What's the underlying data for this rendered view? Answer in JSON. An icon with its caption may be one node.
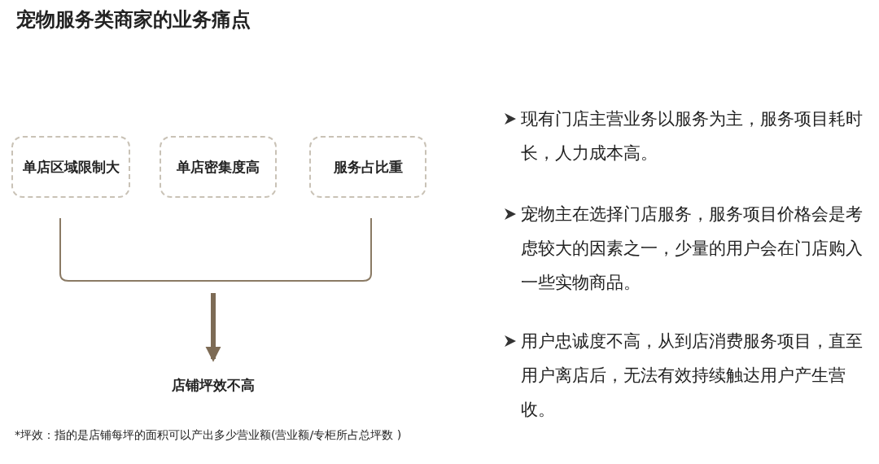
{
  "diagram": {
    "title": "宠物服务类商家的业务痛点",
    "nodes": [
      {
        "text": [
          "单店区域限制大"
        ]
      },
      {
        "text": [
          "单店密集度高"
        ]
      },
      {
        "text": [
          "服务占比重"
        ]
      },
      {
        "text": [
          "店铺坪效不高"
        ]
      }
    ],
    "edges": [
      {
        "from": null,
        "to": 3,
        "arrow": "to"
      }
    ],
    "labels": [
      "现有门店主营业务以服务为主，服务项目耗时长，人力成本高。",
      "宠物主在选择门店服务，服务项目价格会是考虑较大的因素之一，少量的用户会在门店购入一些实物商品。",
      "用户忠诚度不高，从到店消费服务项目，直至用户离店后，无法有效持续触达用户产生营收。",
      "*坪效：指的是店铺每坪的面积可以产出多少营业额(营业额/专柜所占总坪数 )"
    ]
  }
}
